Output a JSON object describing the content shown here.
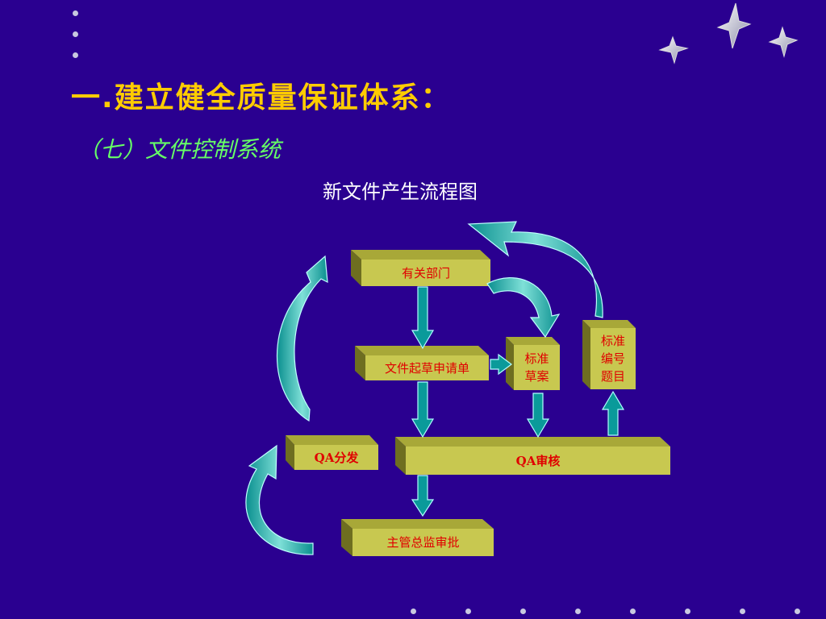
{
  "slide": {
    "title": "一.建立健全质量保证体系：",
    "subtitle": "（七）文件控制系统",
    "diagram_title": "新文件产生流程图"
  },
  "diagram": {
    "boxes": {
      "dept": "有关部门",
      "draft_request": "文件起草申请单",
      "std_draft_l1": "标准",
      "std_draft_l2": "草案",
      "std_num_l1": "标准",
      "std_num_l2": "编号",
      "std_num_l3": "题目",
      "qa_distribute": "QA分发",
      "qa_review": "QA审核",
      "director_approve": "主管总监审批"
    }
  },
  "colors": {
    "background": "#2a0090",
    "title": "#ffcc00",
    "subtitle": "#66ff66",
    "box_front": "#c8c850",
    "box_top": "#a8a838",
    "box_side": "#6e6e20",
    "box_text": "#e00000",
    "arrow_fill": "#0a9a9a",
    "arrow_light": "#7fe0d8"
  }
}
